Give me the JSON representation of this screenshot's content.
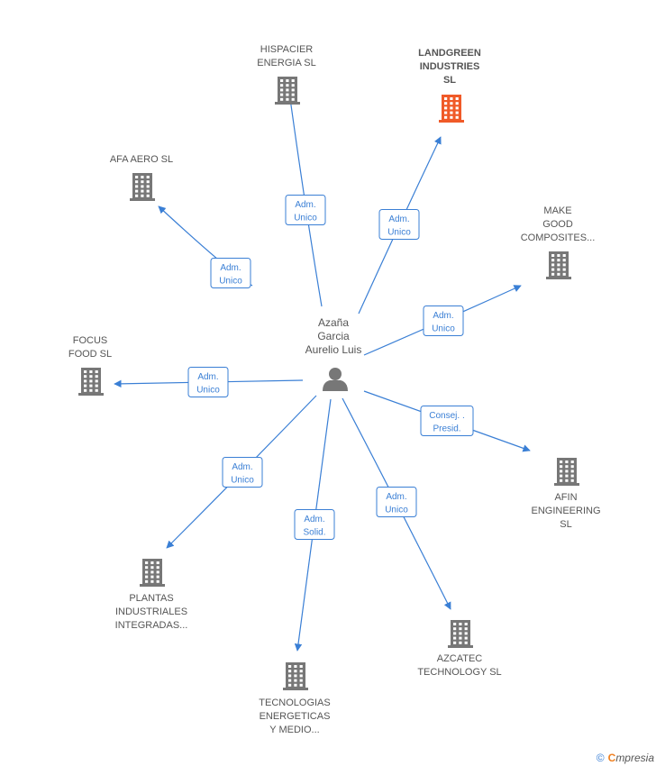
{
  "center": {
    "name_lines": [
      "Azaña",
      "Garcia",
      "Aurelio Luis"
    ]
  },
  "colors": {
    "edge": "#3a7fd5",
    "building": "#777777",
    "highlight": "#f05a28",
    "person": "#777777"
  },
  "nodes": [
    {
      "id": "hispacier",
      "lines": [
        "HISPACIER",
        "ENERGIA  SL"
      ],
      "highlight": false,
      "role": [
        "Adm.",
        "Unico"
      ]
    },
    {
      "id": "landgreen",
      "lines": [
        "LANDGREEN",
        "INDUSTRIES",
        "SL"
      ],
      "highlight": true,
      "role": [
        "Adm.",
        "Unico"
      ]
    },
    {
      "id": "afa-aero",
      "lines": [
        "AFA AERO  SL"
      ],
      "highlight": false,
      "role": [
        "Adm.",
        "Unico"
      ]
    },
    {
      "id": "make-good",
      "lines": [
        "MAKE",
        "GOOD",
        "COMPOSITES..."
      ],
      "highlight": false,
      "role": [
        "Adm.",
        "Unico"
      ]
    },
    {
      "id": "focus-food",
      "lines": [
        "FOCUS",
        "FOOD  SL"
      ],
      "highlight": false,
      "role": [
        "Adm.",
        "Unico"
      ]
    },
    {
      "id": "afin",
      "lines": [
        "AFIN",
        "ENGINEERING",
        "SL"
      ],
      "highlight": false,
      "role": [
        "Consej. .",
        "Presid."
      ]
    },
    {
      "id": "plantas",
      "lines": [
        "PLANTAS",
        "INDUSTRIALES",
        "INTEGRADAS..."
      ],
      "highlight": false,
      "role": [
        "Adm.",
        "Unico"
      ]
    },
    {
      "id": "tecnologias",
      "lines": [
        "TECNOLOGIAS",
        "ENERGETICAS",
        "Y MEDIO..."
      ],
      "highlight": false,
      "role": [
        "Adm.",
        "Solid."
      ]
    },
    {
      "id": "azcatec",
      "lines": [
        "AZCATEC",
        "TECHNOLOGY SL"
      ],
      "highlight": false,
      "role": [
        "Adm.",
        "Unico"
      ]
    }
  ],
  "footer": {
    "copyright": "©",
    "brand_initial": "C",
    "brand_rest": "mpresia"
  }
}
